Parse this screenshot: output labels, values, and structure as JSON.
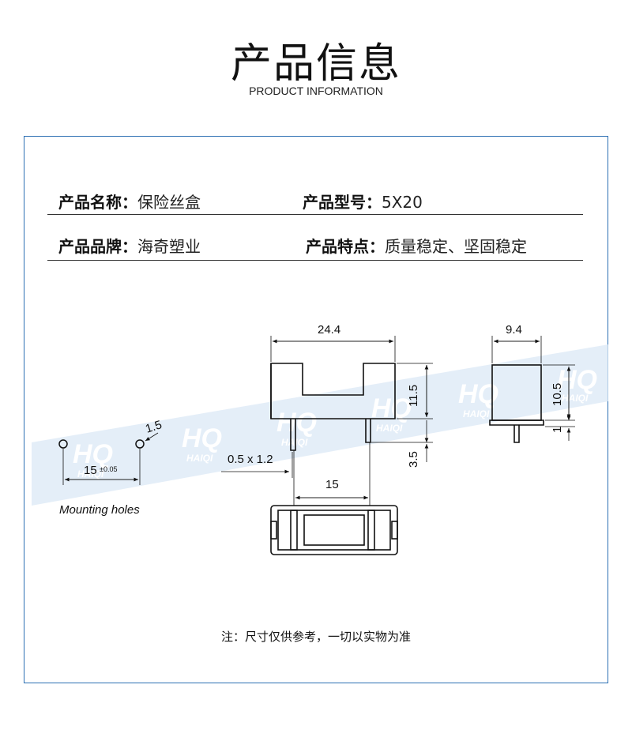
{
  "header": {
    "title": "产品信息",
    "subtitle": "PRODUCT INFORMATION"
  },
  "info": [
    {
      "label": "产品名称：",
      "value": "保险丝盒"
    },
    {
      "label": "产品型号：",
      "value": "5X20"
    },
    {
      "label": "产品品牌：",
      "value": "海奇塑业"
    },
    {
      "label": "产品特点：",
      "value": "质量稳定、坚固稳定"
    }
  ],
  "drawing": {
    "dim_length": "24.4",
    "dim_width": "9.4",
    "dim_height": "11.5",
    "dim_side_height": "10.5",
    "dim_side_offset": "1",
    "dim_pin_length": "3.5",
    "dim_pin_size": "0.5 x 1.2",
    "dim_pin_spacing": "15",
    "dim_hole_dia": "1.5",
    "dim_hole_spacing": "15",
    "dim_hole_tol": "±0.05",
    "mounting_label": "Mounting holes",
    "watermark": "HQ HAIQI"
  },
  "note": "注：尺寸仅供参考，一切以实物为准"
}
